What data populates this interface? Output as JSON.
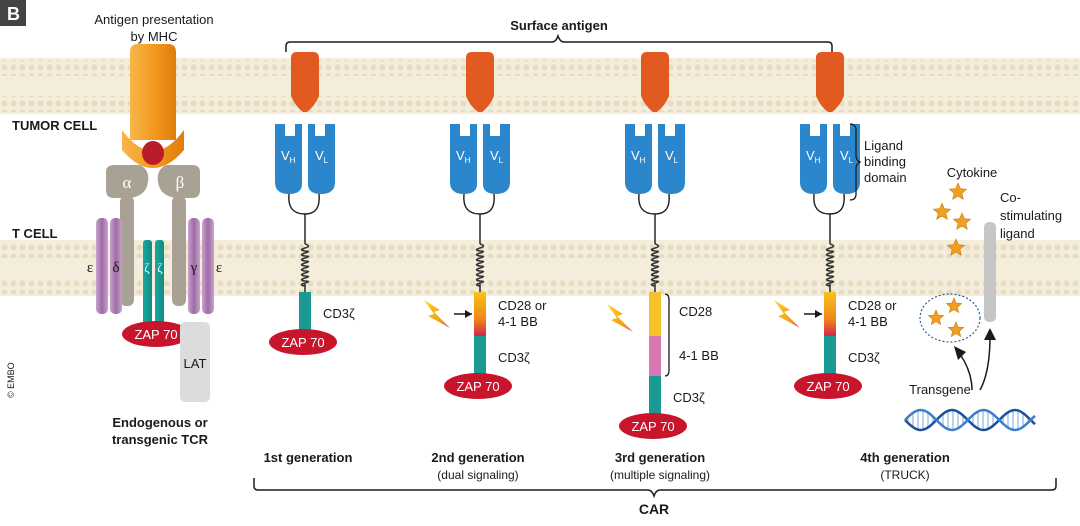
{
  "panel_letter": "B",
  "copyright": "© EMBO",
  "compartments": {
    "tumor": "TUMOR CELL",
    "tcell": "T CELL"
  },
  "tcr": {
    "top_label_line1": "Antigen presentation",
    "top_label_line2": "by MHC",
    "alpha": "α",
    "beta": "β",
    "epsilon": "ε",
    "delta": "δ",
    "zeta": "ζ",
    "gamma": "γ",
    "zap": "ZAP 70",
    "lat": "LAT",
    "bottom_line1": "Endogenous or",
    "bottom_line2": "transgenic TCR"
  },
  "surface_antigen": "Surface antigen",
  "vh": "V",
  "vh_sub": "H",
  "vl": "V",
  "vl_sub": "L",
  "ligand_domain": [
    "Ligand",
    "binding",
    "domain"
  ],
  "generations": [
    {
      "title": "1st generation",
      "subtitle": "",
      "cd3z": "CD3ζ",
      "zap": "ZAP 70"
    },
    {
      "title": "2nd generation",
      "subtitle": "(dual signaling)",
      "costim_1": "CD28 or",
      "costim_2": "4-1 BB",
      "cd3z": "CD3ζ",
      "zap": "ZAP 70"
    },
    {
      "title": "3rd generation",
      "subtitle": "(multiple signaling)",
      "cd28": "CD28",
      "bb": "4-1 BB",
      "cd3z": "CD3ζ",
      "zap": "ZAP 70"
    },
    {
      "title": "4th generation",
      "subtitle": "(TRUCK)",
      "costim_1": "CD28 or",
      "costim_2": "4-1 BB",
      "cd3z": "CD3ζ",
      "zap": "ZAP 70"
    }
  ],
  "truck": {
    "cytokine": "Cytokine",
    "costim_1": "Co-",
    "costim_2": "stimulating",
    "costim_3": "ligand",
    "transgene": "Transgene"
  },
  "car_label": "CAR",
  "colors": {
    "membrane_band": "#f3ecd9",
    "membrane_dot": "#e2d6b5",
    "orange": "#e15a1f",
    "blue": "#2b86cc",
    "teal": "#1b9a93",
    "zap_red": "#c9152b",
    "grey": "#a9a194",
    "purple": "#9a6aa6",
    "gold": "#f4a400"
  }
}
